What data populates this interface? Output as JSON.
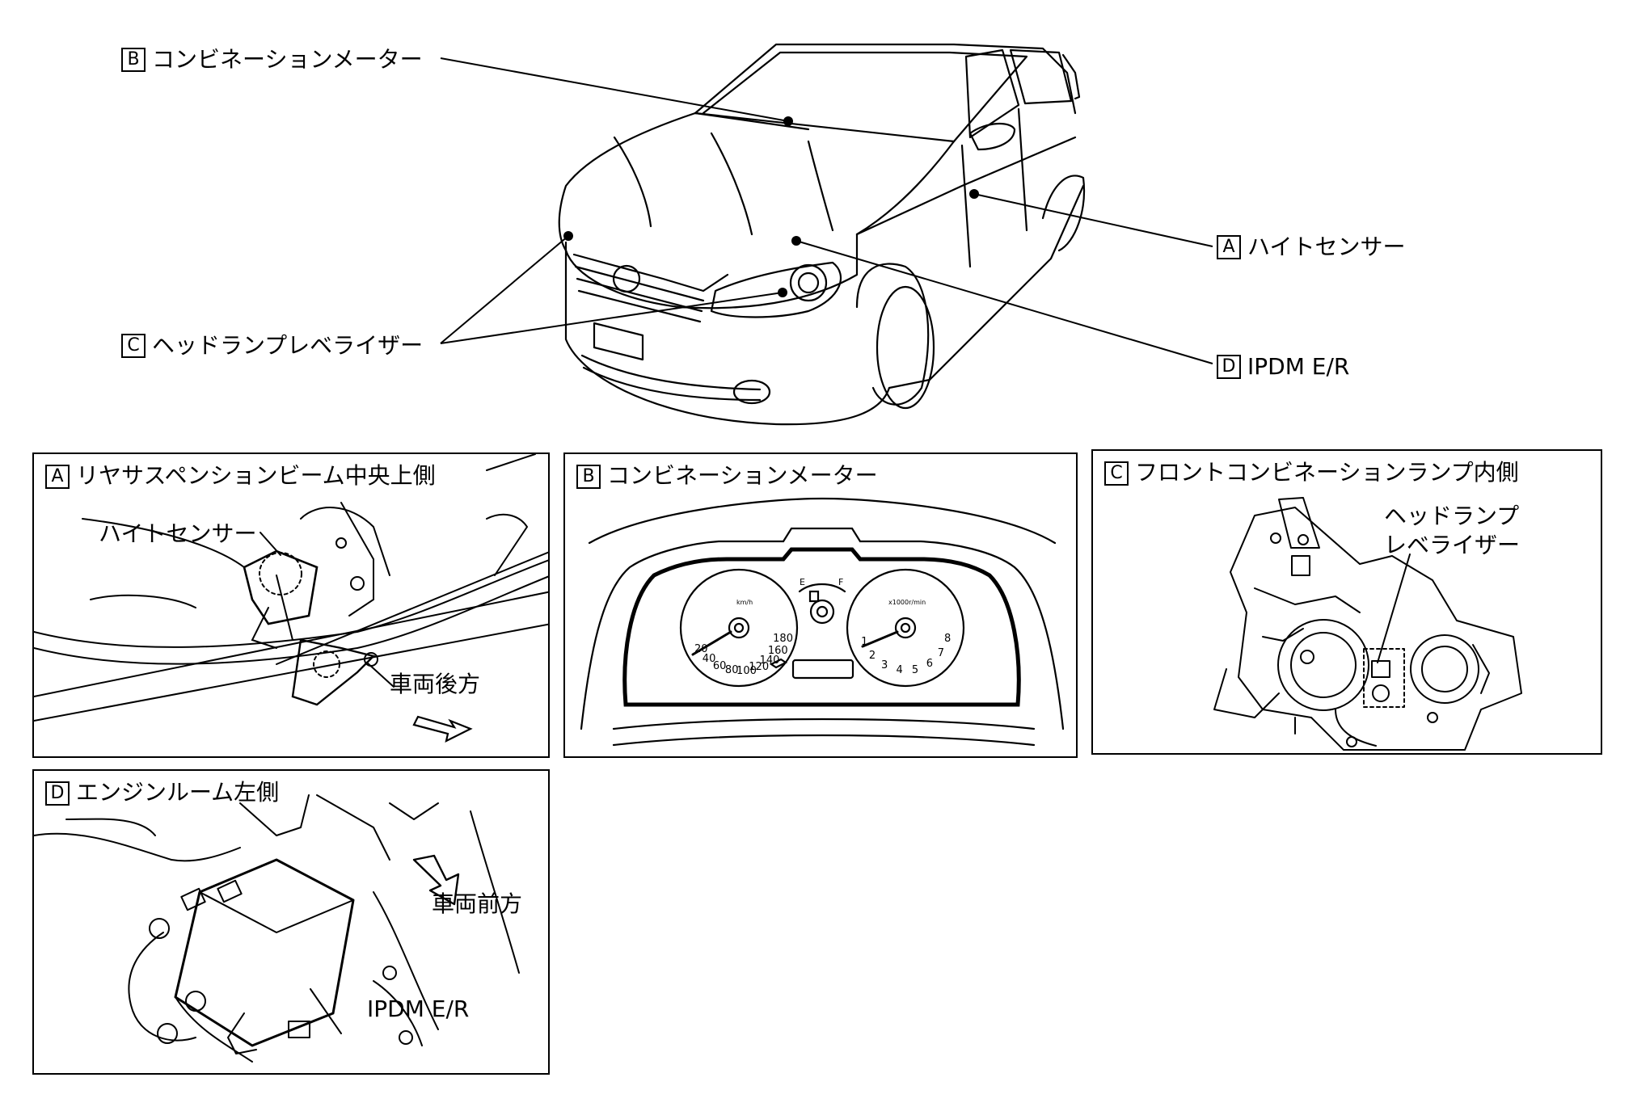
{
  "overview": {
    "callouts": [
      {
        "key": "B",
        "text": "コンビネーションメーター"
      },
      {
        "key": "A",
        "text": "ハイトセンサー"
      },
      {
        "key": "C",
        "text": "ヘッドランプレベライザー"
      },
      {
        "key": "D",
        "text": "IPDM E/R"
      }
    ]
  },
  "panels": {
    "a": {
      "key": "A",
      "title": "リヤサスペンションビーム中央上側",
      "part_label": "ハイトセンサー",
      "direction_label": "車両後方"
    },
    "b": {
      "key": "B",
      "title": "コンビネーションメーター",
      "speedo_ticks": [
        "20",
        "40",
        "60",
        "80",
        "100",
        "120",
        "140",
        "160",
        "180"
      ],
      "speedo_unit": "km/h",
      "tacho_ticks": [
        "1",
        "2",
        "3",
        "4",
        "5",
        "6",
        "7",
        "8"
      ],
      "tacho_unit": "x1000r/min",
      "fuel_empty": "E",
      "fuel_full": "F"
    },
    "c": {
      "key": "C",
      "title": "フロントコンビネーションランプ内側",
      "part_label_line1": "ヘッドランプ",
      "part_label_line2": "レベライザー"
    },
    "d": {
      "key": "D",
      "title": "エンジンルーム左側",
      "part_label": "IPDM E/R",
      "direction_label": "車両前方"
    }
  }
}
